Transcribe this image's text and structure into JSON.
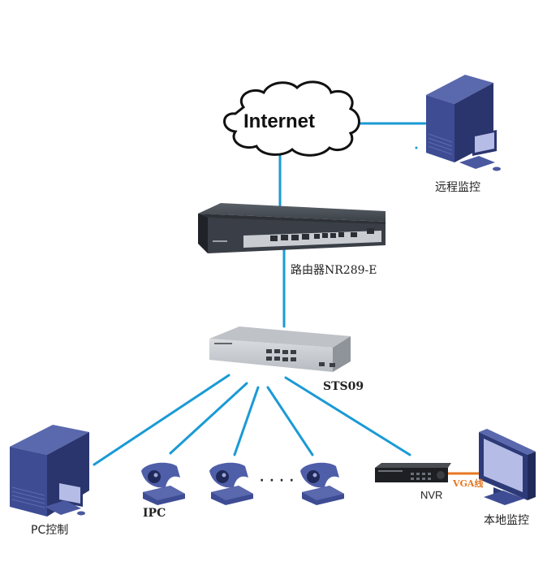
{
  "diagram": {
    "title": "",
    "link_color": "#1b9ad6",
    "vga_color": "#e87722",
    "device_color": "#3b4a8c",
    "nodes": {
      "internet": {
        "label": "Internet"
      },
      "remote_pc": {
        "label": "远程监控"
      },
      "router": {
        "label": "路由器NR289-E"
      },
      "switch": {
        "label": "STS09"
      },
      "pc_control": {
        "label": "PC控制"
      },
      "ipc": {
        "label": "IPC",
        "ellipsis": "· · · ·"
      },
      "nvr": {
        "label": "NVR"
      },
      "local_monitor": {
        "label": "本地监控"
      }
    },
    "edges": [
      {
        "from": "internet",
        "to": "remote_pc",
        "type": "network"
      },
      {
        "from": "internet",
        "to": "router",
        "type": "network"
      },
      {
        "from": "router",
        "to": "switch",
        "type": "network"
      },
      {
        "from": "switch",
        "to": "pc_control",
        "type": "network"
      },
      {
        "from": "switch",
        "to": "ipc_1",
        "type": "network"
      },
      {
        "from": "switch",
        "to": "ipc_2",
        "type": "network"
      },
      {
        "from": "switch",
        "to": "ipc_3",
        "type": "network"
      },
      {
        "from": "switch",
        "to": "nvr",
        "type": "network"
      },
      {
        "from": "nvr",
        "to": "local_monitor",
        "type": "vga",
        "label": "VGA线"
      }
    ]
  }
}
